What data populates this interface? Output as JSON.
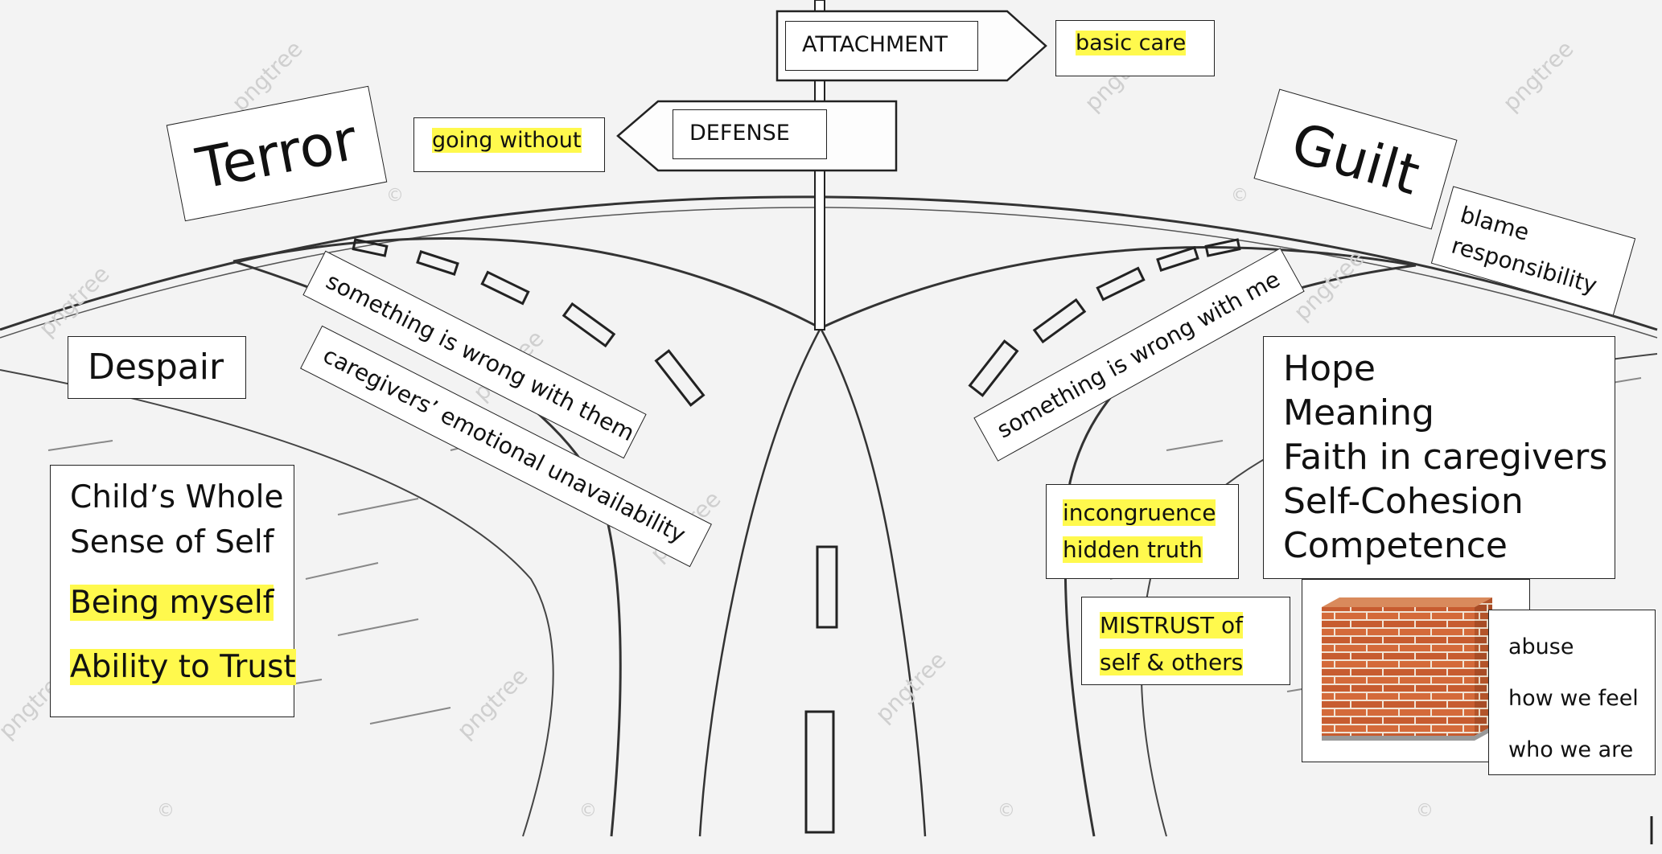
{
  "signpost": {
    "attachment": "ATTACHMENT",
    "basic_care": "basic care",
    "defense": "DEFENSE",
    "going_without": "going without"
  },
  "labels": {
    "terror": "Terror",
    "guilt": "Guilt",
    "blame": [
      "blame",
      "responsibility"
    ],
    "despair": "Despair",
    "wrong_with_them": "something is wrong with them",
    "caregivers_unavailability": "caregivers’ emotional unavailability",
    "wrong_with_me": "something is wrong with me",
    "whole_self": [
      "Child’s Whole",
      "Sense of Self"
    ],
    "being_myself": "Being myself",
    "ability_to_trust": "Ability to Trust",
    "hope_list": [
      "Hope",
      "Meaning",
      "Faith in caregivers",
      "Self-Cohesion",
      "Competence"
    ],
    "incongruence": [
      "incongruence",
      "hidden truth"
    ],
    "mistrust": [
      "MISTRUST of",
      "self & others"
    ],
    "wall_labels": [
      "abuse",
      "how we feel",
      "who we are"
    ]
  },
  "watermark": "pngtree",
  "colors": {
    "highlight": "#fff94d",
    "brick": "#d46a3a",
    "mortar": "#f1e4d6"
  }
}
